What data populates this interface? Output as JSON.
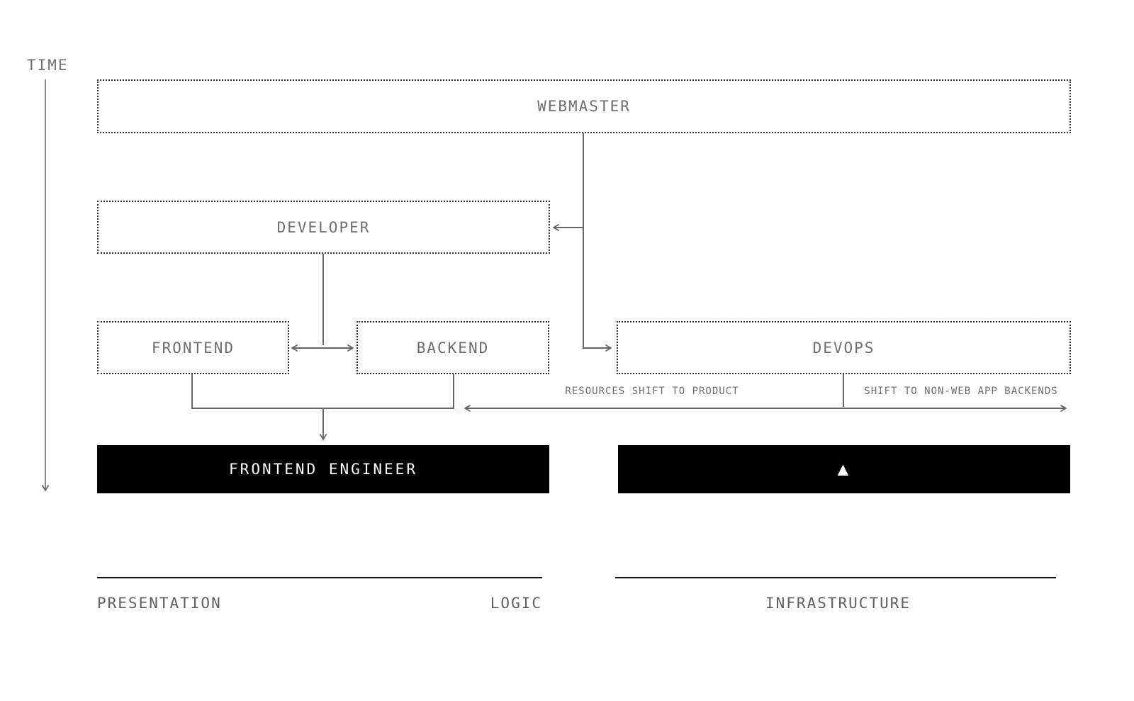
{
  "time_label": "TIME",
  "boxes": {
    "webmaster": "WEBMASTER",
    "developer": "DEVELOPER",
    "frontend": "FRONTEND",
    "backend": "BACKEND",
    "devops": "DEVOPS",
    "frontend_engineer": "FRONTEND ENGINEER",
    "infrastructure_glyph": "▲"
  },
  "annotations": {
    "resources_shift": "RESOURCES SHIFT TO PRODUCT",
    "non_web_shift": "SHIFT TO NON-WEB APP BACKENDS"
  },
  "axes": {
    "presentation": "PRESENTATION",
    "logic": "LOGIC",
    "infrastructure": "INFRASTRUCTURE"
  },
  "colors": {
    "background": "#ffffff",
    "muted_text": "#6e6e6e",
    "connector": "#666666",
    "solid_box": "#000000",
    "solid_box_text": "#ffffff"
  }
}
